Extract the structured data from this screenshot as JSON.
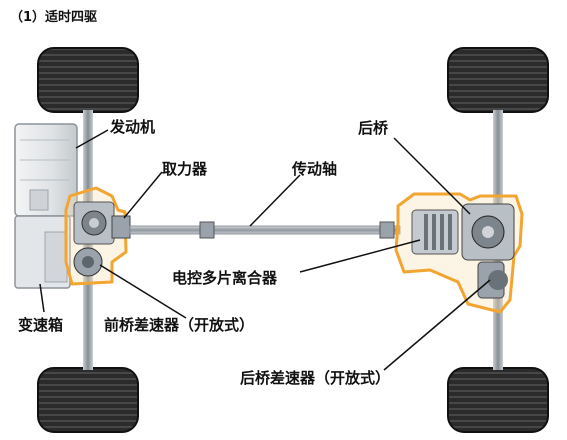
{
  "page": {
    "title": "（1）适时四驱"
  },
  "labels": {
    "engine": "发动机",
    "rear_axle": "后桥",
    "pto": "取力器",
    "drive_shaft": "传动轴",
    "clutch": "电控多片离合器",
    "transmission": "变速箱",
    "front_diff": "前桥差速器（开放式）",
    "rear_diff": "后桥差速器（开放式）"
  },
  "colors": {
    "highlight_outline": "#f2a531",
    "metal": "#9aa3ab",
    "tire": "#2a2a2a",
    "gearbox": "#e6e8ea"
  }
}
